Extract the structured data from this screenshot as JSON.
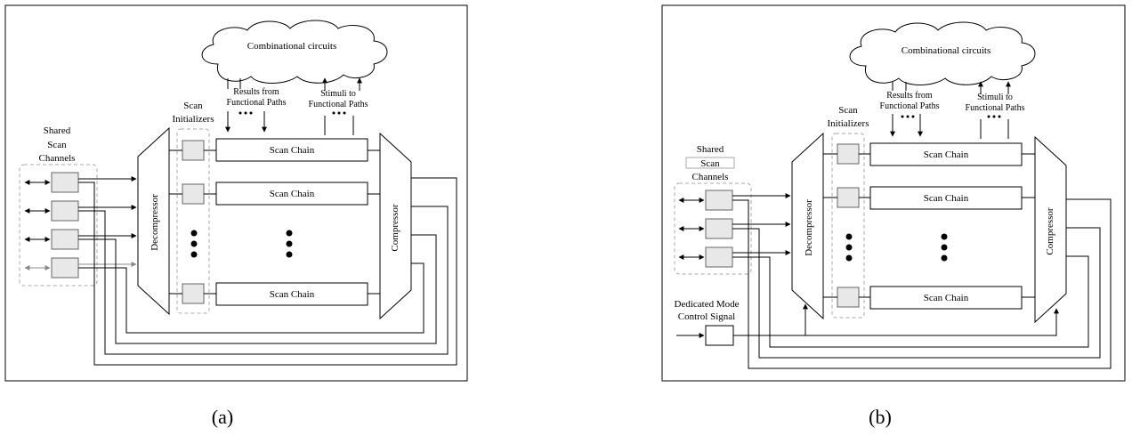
{
  "panels": [
    {
      "id": "a",
      "caption": "(a)",
      "cloud_label": "Combinational circuits",
      "results_label": [
        "Results from",
        "Functional Paths"
      ],
      "stimuli_label": [
        "Stimuli to",
        "Functional Paths"
      ],
      "shared_label": [
        "Shared",
        "Scan",
        "Channels"
      ],
      "initializers_label": [
        "Scan",
        "Initializers"
      ],
      "decompressor_label": "Decompressor",
      "compressor_label": "Compressor",
      "scan_chains": [
        "Scan Chain",
        "Scan Chain",
        "Scan Chain"
      ]
    },
    {
      "id": "b",
      "caption": "(b)",
      "cloud_label": "Combinational circuits",
      "results_label": [
        "Results from",
        "Functional Paths"
      ],
      "stimuli_label": [
        "Stimuli to",
        "Functional Paths"
      ],
      "shared_label": [
        "Shared",
        "Scan",
        "Channels"
      ],
      "initializers_label": [
        "Scan",
        "Initializers"
      ],
      "decompressor_label": "Decompressor",
      "compressor_label": "Compressor",
      "scan_chains": [
        "Scan Chain",
        "Scan Chain",
        "Scan Chain"
      ],
      "mode_label": [
        "Dedicated Mode",
        "Control Signal"
      ]
    }
  ]
}
